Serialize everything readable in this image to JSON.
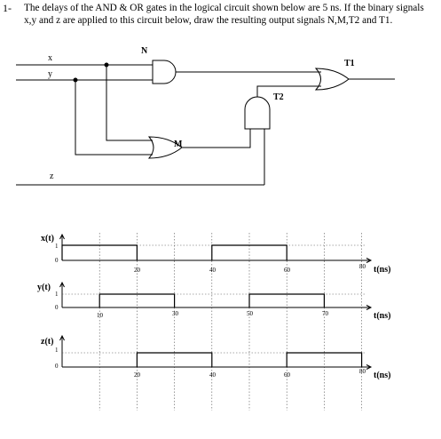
{
  "question": {
    "number": "1-",
    "line1": "The delays of the AND & OR gates  in the logical circuit shown below are 5 ns. If the binary signals",
    "line2": "x,y and z are applied to this circuit below, draw the resulting output signals N,M,T2 and T1."
  },
  "circuit": {
    "input_x": "x",
    "input_y": "y",
    "input_z": "z",
    "gate_n": "N",
    "gate_m": "M",
    "gate_t1": "T1",
    "gate_t2": "T2"
  },
  "timing": {
    "x": {
      "label": "x(t)",
      "high_label": "1",
      "low_label": "0",
      "ticks": [
        "20",
        "40",
        "60",
        "80"
      ],
      "axis_label": "t(ns)",
      "pulses": [
        [
          0,
          20
        ],
        [
          40,
          60
        ]
      ]
    },
    "y": {
      "label": "y(t)",
      "high_label": "1",
      "low_label": "0",
      "ticks": [
        "10",
        "30",
        "50",
        "70"
      ],
      "axis_label": "t(ns)",
      "pulses": [
        [
          10,
          30
        ],
        [
          50,
          70
        ]
      ]
    },
    "z": {
      "label": "z(t)",
      "high_label": "1",
      "low_label": "0",
      "ticks": [
        "20",
        "40",
        "60",
        "80"
      ],
      "axis_label": "t(ns)",
      "pulses": [
        [
          20,
          40
        ],
        [
          60,
          80
        ]
      ]
    }
  }
}
